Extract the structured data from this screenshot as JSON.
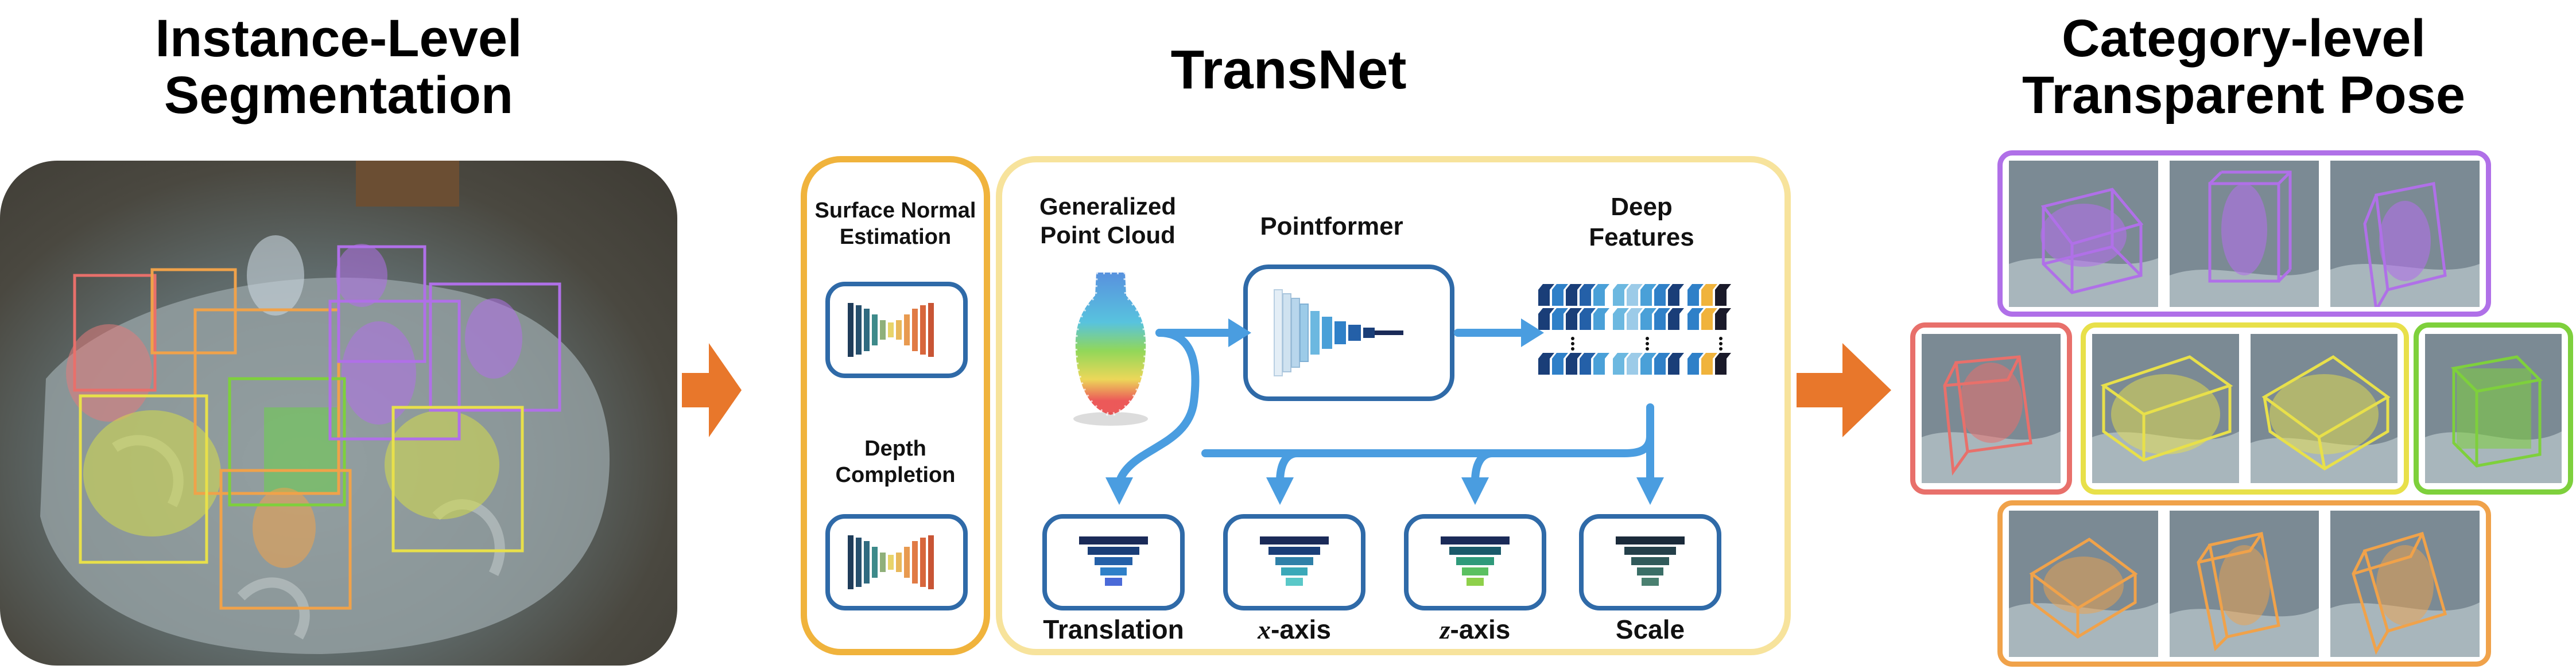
{
  "left": {
    "title_line1": "Instance-Level",
    "title_line2": "Segmentation"
  },
  "center": {
    "title": "TransNet",
    "surface_normal_line1": "Surface Normal",
    "surface_normal_line2": "Estimation",
    "depth_line1": "Depth",
    "depth_line2": "Completion",
    "point_cloud_line1": "Generalized",
    "point_cloud_line2": "Point Cloud",
    "pointformer": "Pointformer",
    "features_line1": "Deep",
    "features_line2": "Features",
    "heads": [
      {
        "label": "Translation",
        "italic_prefix": ""
      },
      {
        "label": "-axis",
        "italic_prefix": "x"
      },
      {
        "label": "-axis",
        "italic_prefix": "z"
      },
      {
        "label": "Scale",
        "italic_prefix": ""
      }
    ]
  },
  "right": {
    "title_line1": "Category-level",
    "title_line2": "Transparent Pose"
  },
  "colors": {
    "orange_arrow": "#e8772b",
    "gold_border": "#f0b33c",
    "pale_border": "#f7e39c",
    "blue": "#4a9de0",
    "dark_blue": "#2f6aa8",
    "purple": "#b070e8",
    "red": "#e8706b",
    "yellow": "#e8e04a",
    "green": "#7ed03c",
    "orange": "#f0a24a"
  }
}
